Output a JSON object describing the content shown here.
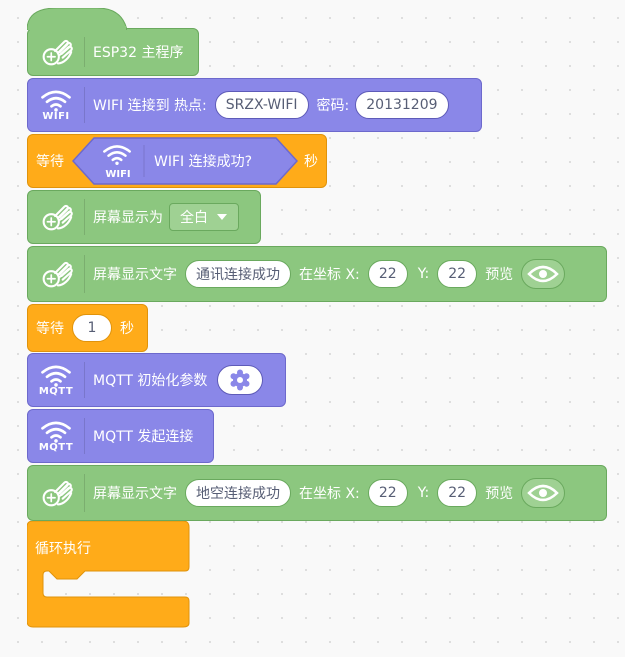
{
  "blocks": {
    "main": {
      "label": "ESP32 主程序"
    },
    "wifi_connect": {
      "icon_label": "WIFI",
      "label_connect": "WIFI 连接到 热点:",
      "ssid": "SRZX-WIFI",
      "label_password": "密码:",
      "password": "20131209"
    },
    "wait_until": {
      "label_wait": "等待",
      "icon_label": "WIFI",
      "condition": "WIFI 连接成功?",
      "label_sec": "秒"
    },
    "screen_fill": {
      "label": "屏幕显示为",
      "value": "全白"
    },
    "screen_text_1": {
      "label": "屏幕显示文字",
      "text": "通讯连接成功",
      "label_at": "在坐标 X:",
      "x": "22",
      "label_y": "Y:",
      "y": "22",
      "label_preview": "预览"
    },
    "wait_sec": {
      "label_wait": "等待",
      "seconds": "1",
      "label_sec": "秒"
    },
    "mqtt_init": {
      "icon_label": "MQTT",
      "label": "MQTT 初始化参数"
    },
    "mqtt_connect": {
      "icon_label": "MQTT",
      "label": "MQTT 发起连接"
    },
    "screen_text_2": {
      "label": "屏幕显示文字",
      "text": "地空连接成功",
      "label_at": "在坐标 X:",
      "x": "22",
      "label_y": "Y:",
      "y": "22",
      "label_preview": "预览"
    },
    "loop": {
      "label": "循环执行"
    }
  },
  "colors": {
    "green": "#8cc77f",
    "purple": "#8a87e8",
    "orange": "#ffab19",
    "pill_text": "#575e75"
  },
  "icons": [
    "hand-wave-icon",
    "wifi-icon",
    "eye-icon",
    "gear-icon",
    "dropdown-arrow-icon"
  ]
}
